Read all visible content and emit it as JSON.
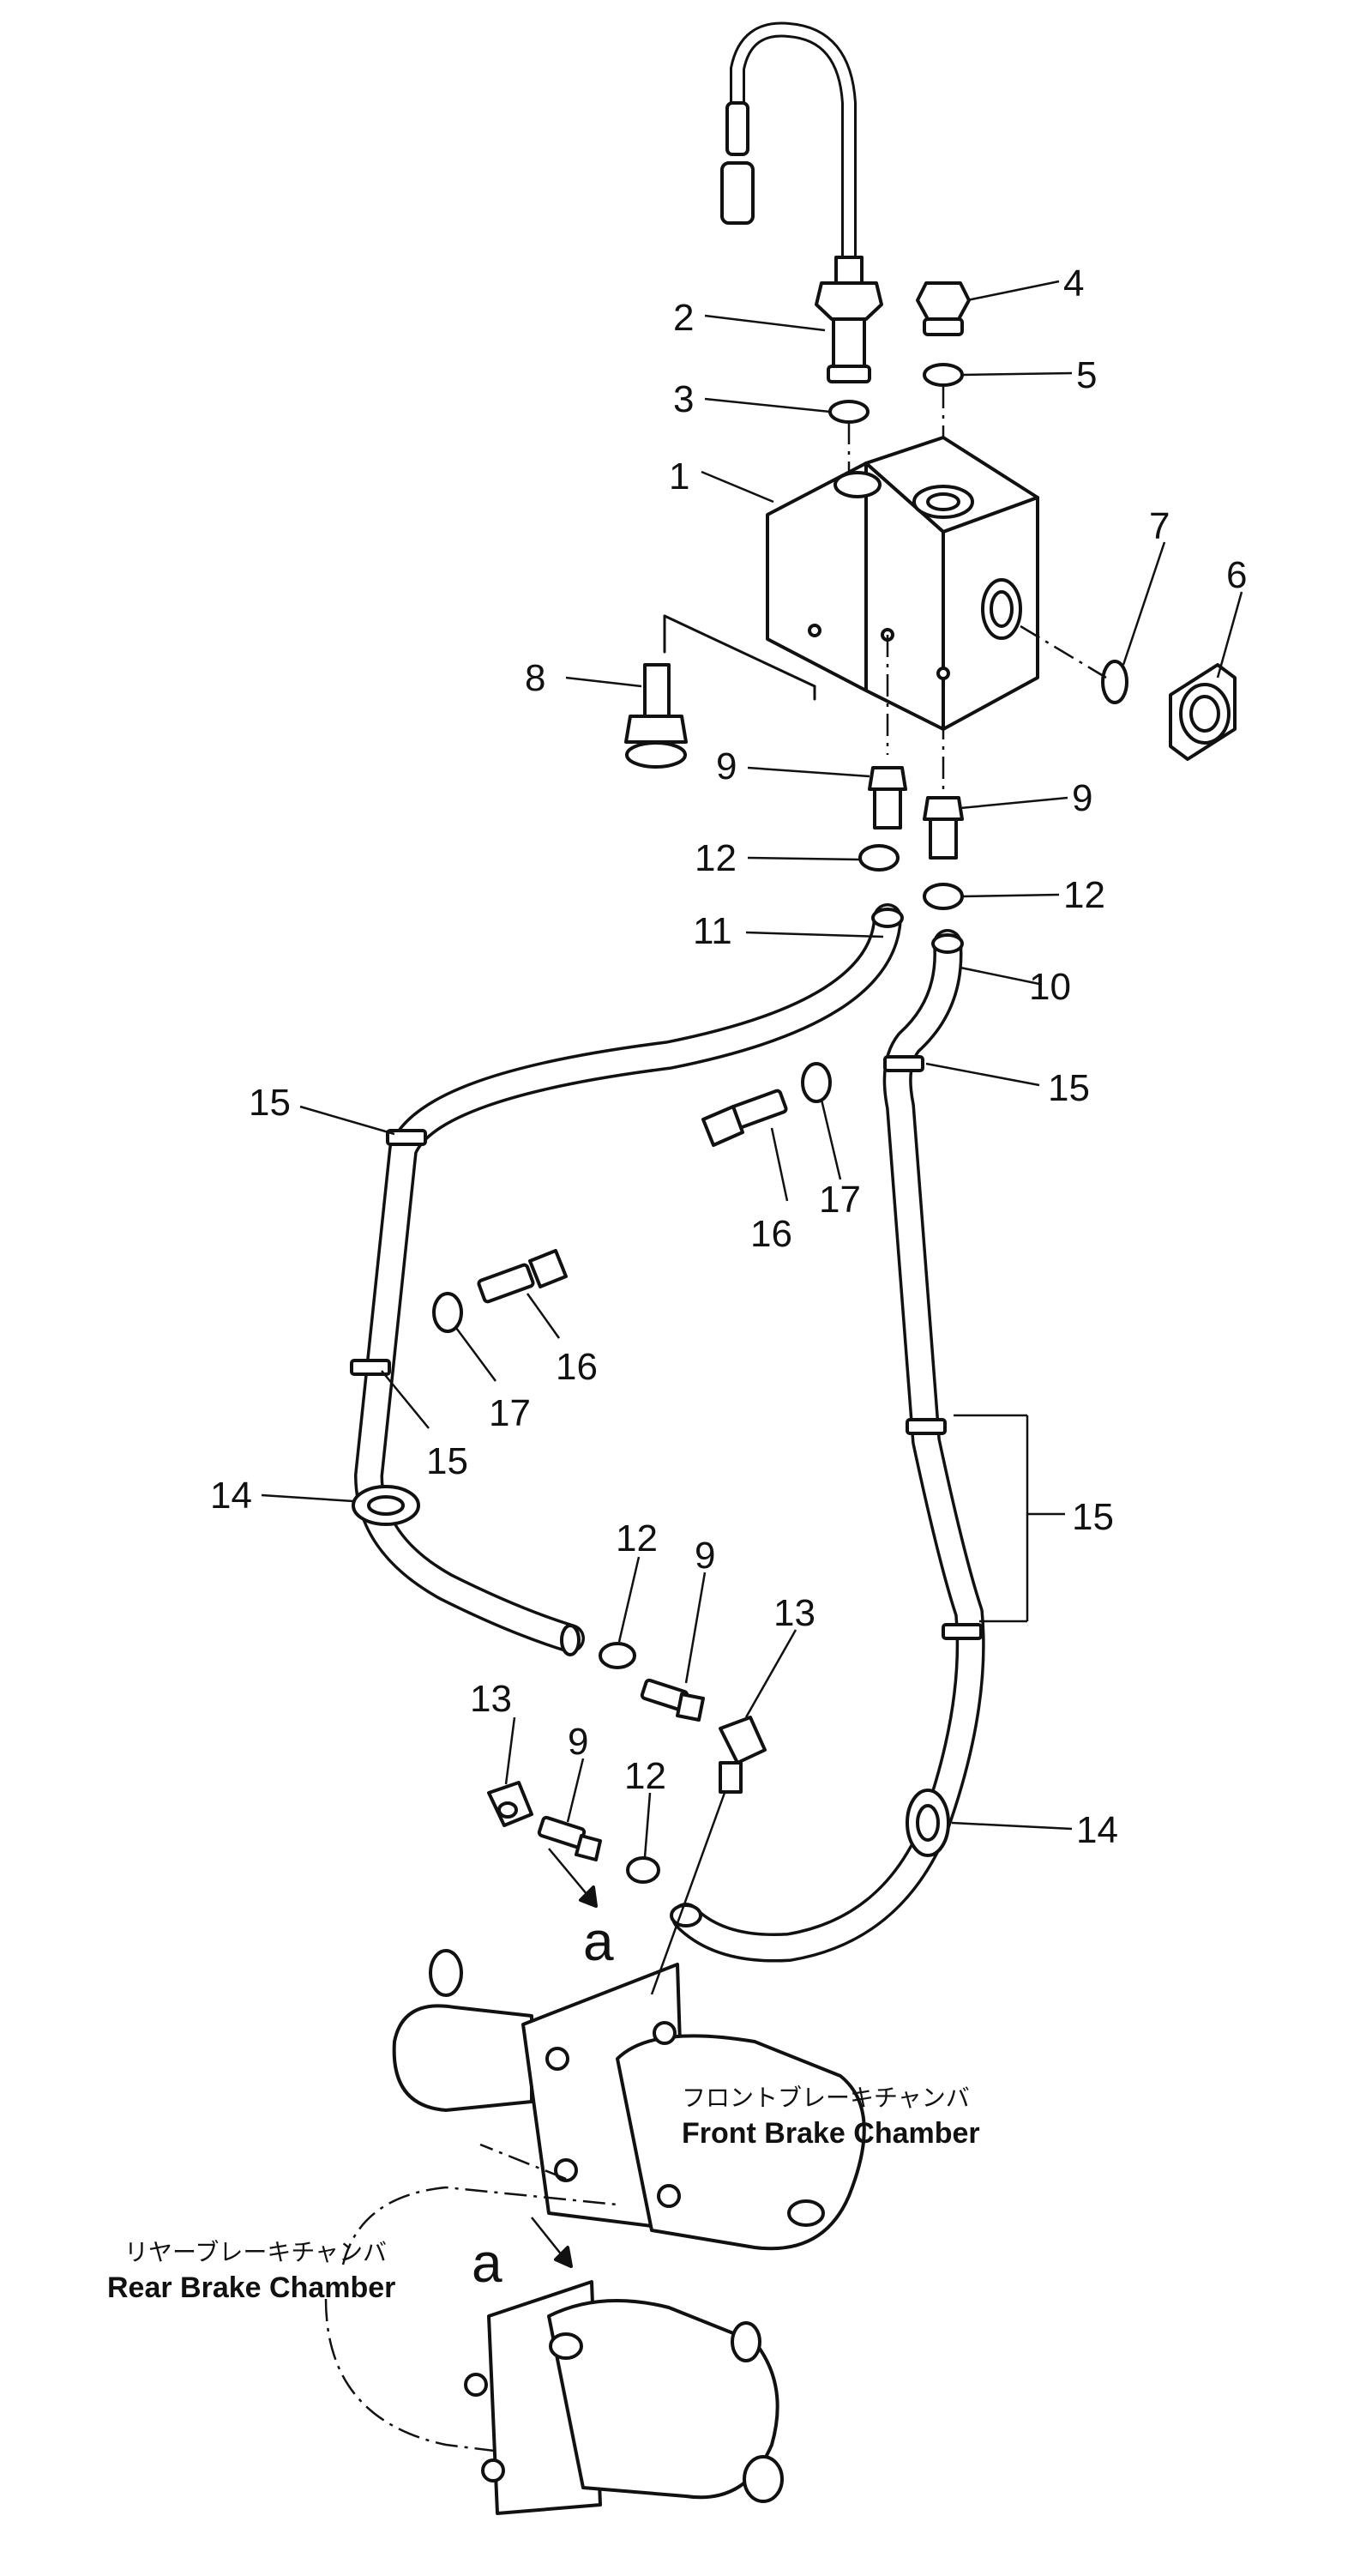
{
  "callouts": [
    "1",
    "2",
    "3",
    "4",
    "5",
    "6",
    "7",
    "8",
    "9",
    "9",
    "10",
    "11",
    "12",
    "12",
    "15",
    "15",
    "16",
    "17",
    "16",
    "17",
    "15",
    "14",
    "15",
    "12",
    "9",
    "13",
    "13",
    "9",
    "12",
    "14"
  ],
  "markers": {
    "a_top": "a",
    "a_bottom": "a"
  },
  "captions": {
    "front_jp": "フロントブレーキチャンバ",
    "front_en": "Front Brake Chamber",
    "rear_jp": "リヤーブレーキチャンバ",
    "rear_en": "Rear Brake Chamber"
  }
}
